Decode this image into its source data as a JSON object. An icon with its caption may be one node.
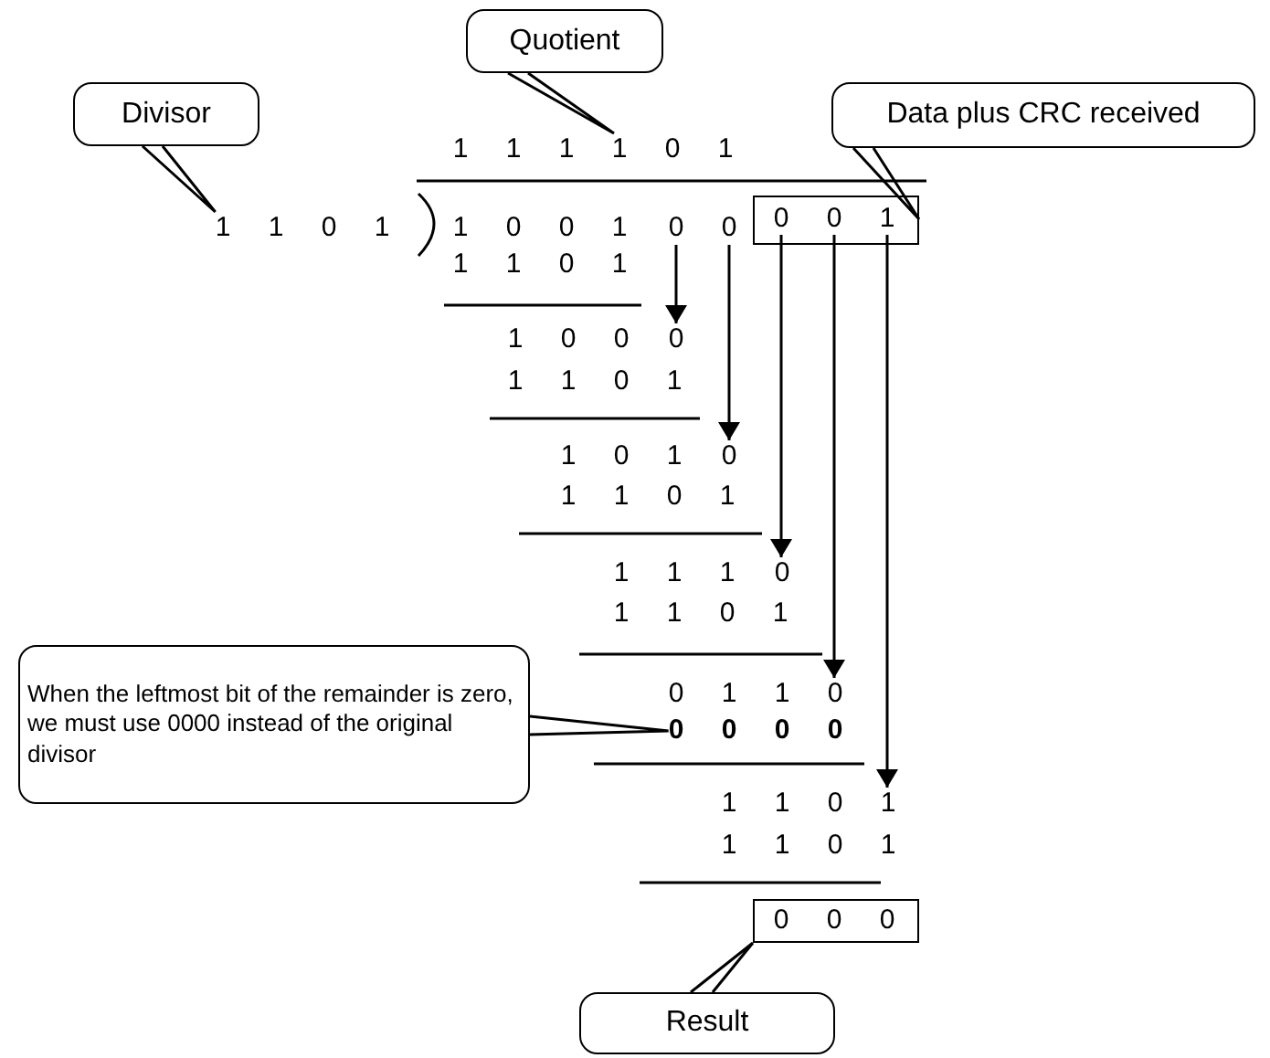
{
  "diagram": {
    "nodes": [
      {
        "text": [
          "Quotient"
        ]
      },
      {
        "text": [
          "Divisor"
        ]
      },
      {
        "text": [
          "Data plus CRC received"
        ]
      },
      {
        "text": [
          "When the leftmost bit of the remainder is zero, we must use 0000 instead of the original divisor"
        ]
      },
      {
        "text": [
          "Result"
        ]
      },
      {
        "text": [
          "1 1 1 1 0 1"
        ]
      },
      {
        "text": [
          "1 1 0 1"
        ]
      },
      {
        "text": [],
        "shape": "box"
      },
      {
        "text": [
          "0"
        ],
        "in": 7
      },
      {
        "text": [
          "0"
        ],
        "in": 7
      },
      {
        "text": [
          "1"
        ],
        "in": 7
      },
      {
        "text": [
          "0"
        ]
      },
      {
        "text": [
          "0"
        ]
      },
      {
        "text": [
          "0"
        ]
      },
      {
        "text": [
          "0"
        ]
      },
      {
        "text": [
          "0"
        ]
      },
      {
        "text": [
          "0"
        ]
      },
      {
        "text": [
          "1"
        ]
      },
      {
        "text": [
          "0 0 0 0"
        ]
      },
      {
        "text": [
          "0 0 0"
        ]
      }
    ],
    "edges": [
      {
        "from": 0,
        "to": 5,
        "arrow": "none"
      },
      {
        "from": 1,
        "to": 6,
        "arrow": "none"
      },
      {
        "from": 2,
        "to": 7,
        "arrow": "none"
      },
      {
        "from": 3,
        "to": 18,
        "arrow": "none"
      },
      {
        "from": 4,
        "to": 19,
        "arrow": "none"
      },
      {
        "from": 11,
        "to": 13,
        "arrow": "to"
      },
      {
        "from": 12,
        "to": 14,
        "arrow": "to"
      },
      {
        "from": 8,
        "to": 15,
        "arrow": "to"
      },
      {
        "from": 9,
        "to": 16,
        "arrow": "to"
      },
      {
        "from": 10,
        "to": 17,
        "arrow": "to"
      }
    ],
    "labels": [
      "1 0 0 1",
      "1 1 0 1",
      "1 0 0",
      "1 1 0 1",
      "1 0 1",
      "1 1 0 1",
      "1 1 1",
      "1 1 0 1",
      "0 1 1",
      "1 1 0",
      "1 1 0 1"
    ]
  }
}
